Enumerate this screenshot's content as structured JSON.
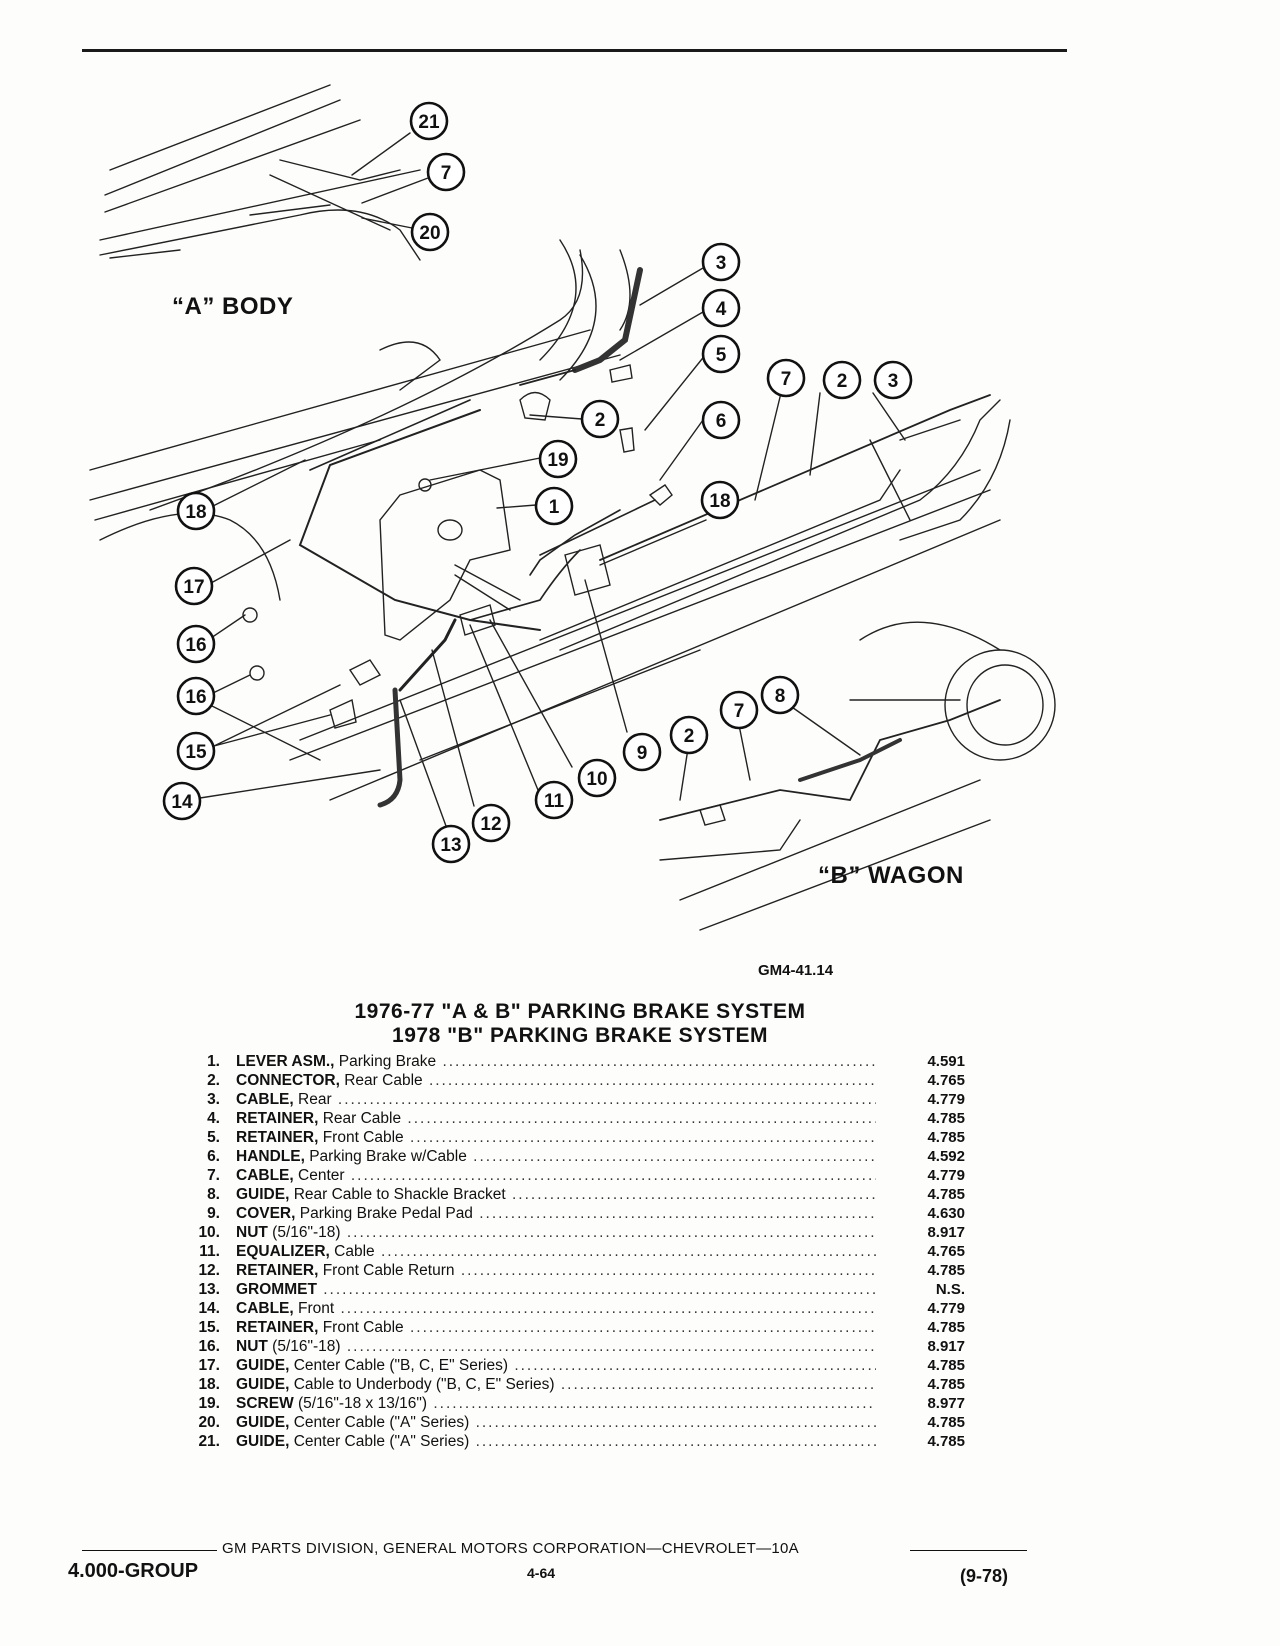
{
  "diagram": {
    "a_body_label": "“A” BODY",
    "b_wagon_label": "“B” WAGON",
    "figure_id": "GM4-41.14",
    "callouts": [
      "21",
      "7",
      "20",
      "3",
      "4",
      "5",
      "2",
      "6",
      "19",
      "1",
      "18",
      "18",
      "17",
      "16",
      "16",
      "15",
      "14",
      "13",
      "12",
      "11",
      "10",
      "9",
      "7",
      "2",
      "3",
      "2",
      "7",
      "8"
    ]
  },
  "titles": {
    "line1": "1976-77 \"A & B\" PARKING BRAKE SYSTEM",
    "line2": "1978 \"B\" PARKING BRAKE SYSTEM"
  },
  "parts": [
    {
      "num": "1.",
      "name": "LEVER ASM.,",
      "desc": " Parking Brake",
      "group": "4.591"
    },
    {
      "num": "2.",
      "name": "CONNECTOR,",
      "desc": " Rear Cable",
      "group": "4.765"
    },
    {
      "num": "3.",
      "name": "CABLE,",
      "desc": " Rear",
      "group": "4.779"
    },
    {
      "num": "4.",
      "name": "RETAINER,",
      "desc": " Rear Cable",
      "group": "4.785"
    },
    {
      "num": "5.",
      "name": "RETAINER,",
      "desc": " Front Cable",
      "group": "4.785"
    },
    {
      "num": "6.",
      "name": "HANDLE,",
      "desc": " Parking Brake w/Cable",
      "group": "4.592"
    },
    {
      "num": "7.",
      "name": "CABLE,",
      "desc": " Center",
      "group": "4.779"
    },
    {
      "num": "8.",
      "name": "GUIDE,",
      "desc": " Rear Cable to Shackle Bracket",
      "group": "4.785"
    },
    {
      "num": "9.",
      "name": "COVER,",
      "desc": " Parking Brake Pedal Pad",
      "group": "4.630"
    },
    {
      "num": "10.",
      "name": "NUT",
      "desc": " (5/16\"-18)",
      "group": "8.917"
    },
    {
      "num": "11.",
      "name": "EQUALIZER,",
      "desc": " Cable",
      "group": "4.765"
    },
    {
      "num": "12.",
      "name": "RETAINER,",
      "desc": " Front Cable Return",
      "group": "4.785"
    },
    {
      "num": "13.",
      "name": "GROMMET",
      "desc": "",
      "group": "N.S."
    },
    {
      "num": "14.",
      "name": "CABLE,",
      "desc": " Front",
      "group": "4.779"
    },
    {
      "num": "15.",
      "name": "RETAINER,",
      "desc": " Front Cable",
      "group": "4.785"
    },
    {
      "num": "16.",
      "name": "NUT",
      "desc": " (5/16\"-18)",
      "group": "8.917"
    },
    {
      "num": "17.",
      "name": "GUIDE,",
      "desc": " Center Cable (\"B, C, E\" Series)",
      "group": "4.785"
    },
    {
      "num": "18.",
      "name": "GUIDE,",
      "desc": " Cable to Underbody (\"B, C, E\" Series)",
      "group": "4.785"
    },
    {
      "num": "19.",
      "name": "SCREW",
      "desc": " (5/16\"-18 x 13/16\")",
      "group": "8.977"
    },
    {
      "num": "20.",
      "name": "GUIDE,",
      "desc": " Center Cable (\"A\" Series)",
      "group": "4.785"
    },
    {
      "num": "21.",
      "name": "GUIDE,",
      "desc": " Center Cable (\"A\" Series)",
      "group": "4.785"
    }
  ],
  "footer": {
    "center": "GM PARTS DIVISION, GENERAL MOTORS CORPORATION—CHEVROLET—10A",
    "left": "4.000-GROUP",
    "page": "4-64",
    "date": "(9-78)"
  }
}
